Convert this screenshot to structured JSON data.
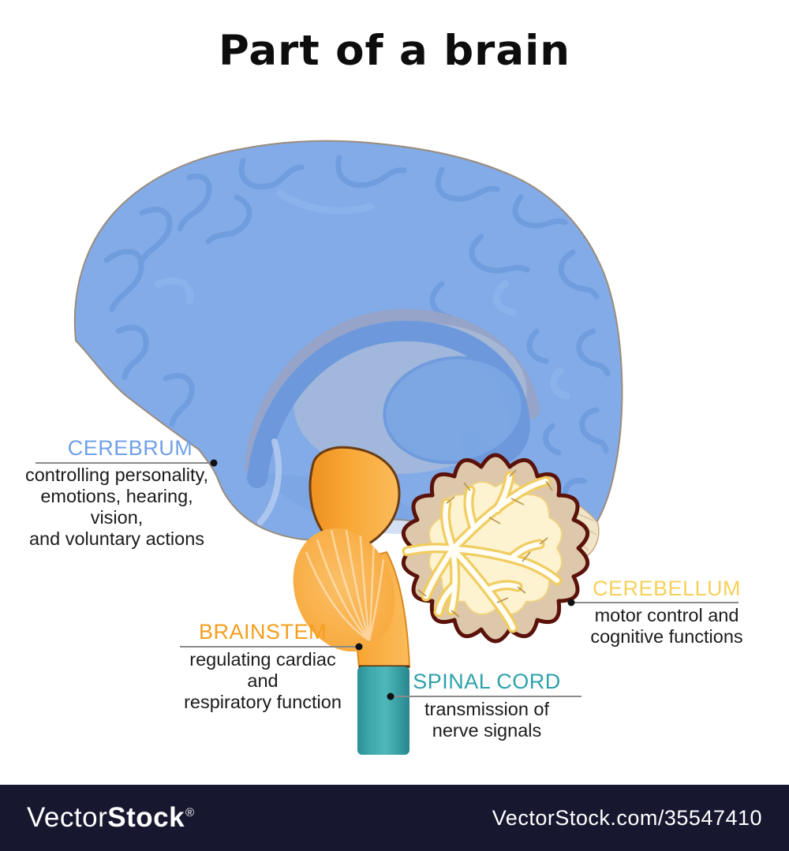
{
  "title": "Part of a brain",
  "annotations": {
    "cerebrum": {
      "heading": "CEREBRUM",
      "lines": [
        "controlling personality,",
        "emotions, hearing, vision,",
        "and voluntary actions"
      ],
      "heading_color": "#6FA0E8"
    },
    "brainstem": {
      "heading": "BRAINSTEM",
      "lines": [
        "regulating cardiac and",
        "respiratory function"
      ],
      "heading_color": "#F59E1D"
    },
    "cerebellum": {
      "heading": "CEREBELLUM",
      "lines": [
        "motor control and",
        "cognitive functions"
      ],
      "heading_color": "#F7D15B"
    },
    "spinal_cord": {
      "heading": "SPINAL CORD",
      "lines": [
        "transmission of",
        "nerve signals"
      ],
      "heading_color": "#2EA2AA"
    }
  },
  "palette": {
    "cerebrum_fill": "#82ABE8",
    "cerebrum_sulci": "#6E9BDC",
    "brainstem_fill": "#F8A836",
    "cerebellum_outline": "#5A120A",
    "cerebellum_cortex": "#DDC8AB",
    "cerebellum_medulla": "#FDF3D0",
    "spinal_cord_fill": "#3FA9AE",
    "footer_bar": "#171730"
  },
  "watermark": {
    "brand_regular": "Vector",
    "brand_bold": "Stock",
    "registered": "®",
    "credit_url": "VectorStock.com/35547410"
  }
}
